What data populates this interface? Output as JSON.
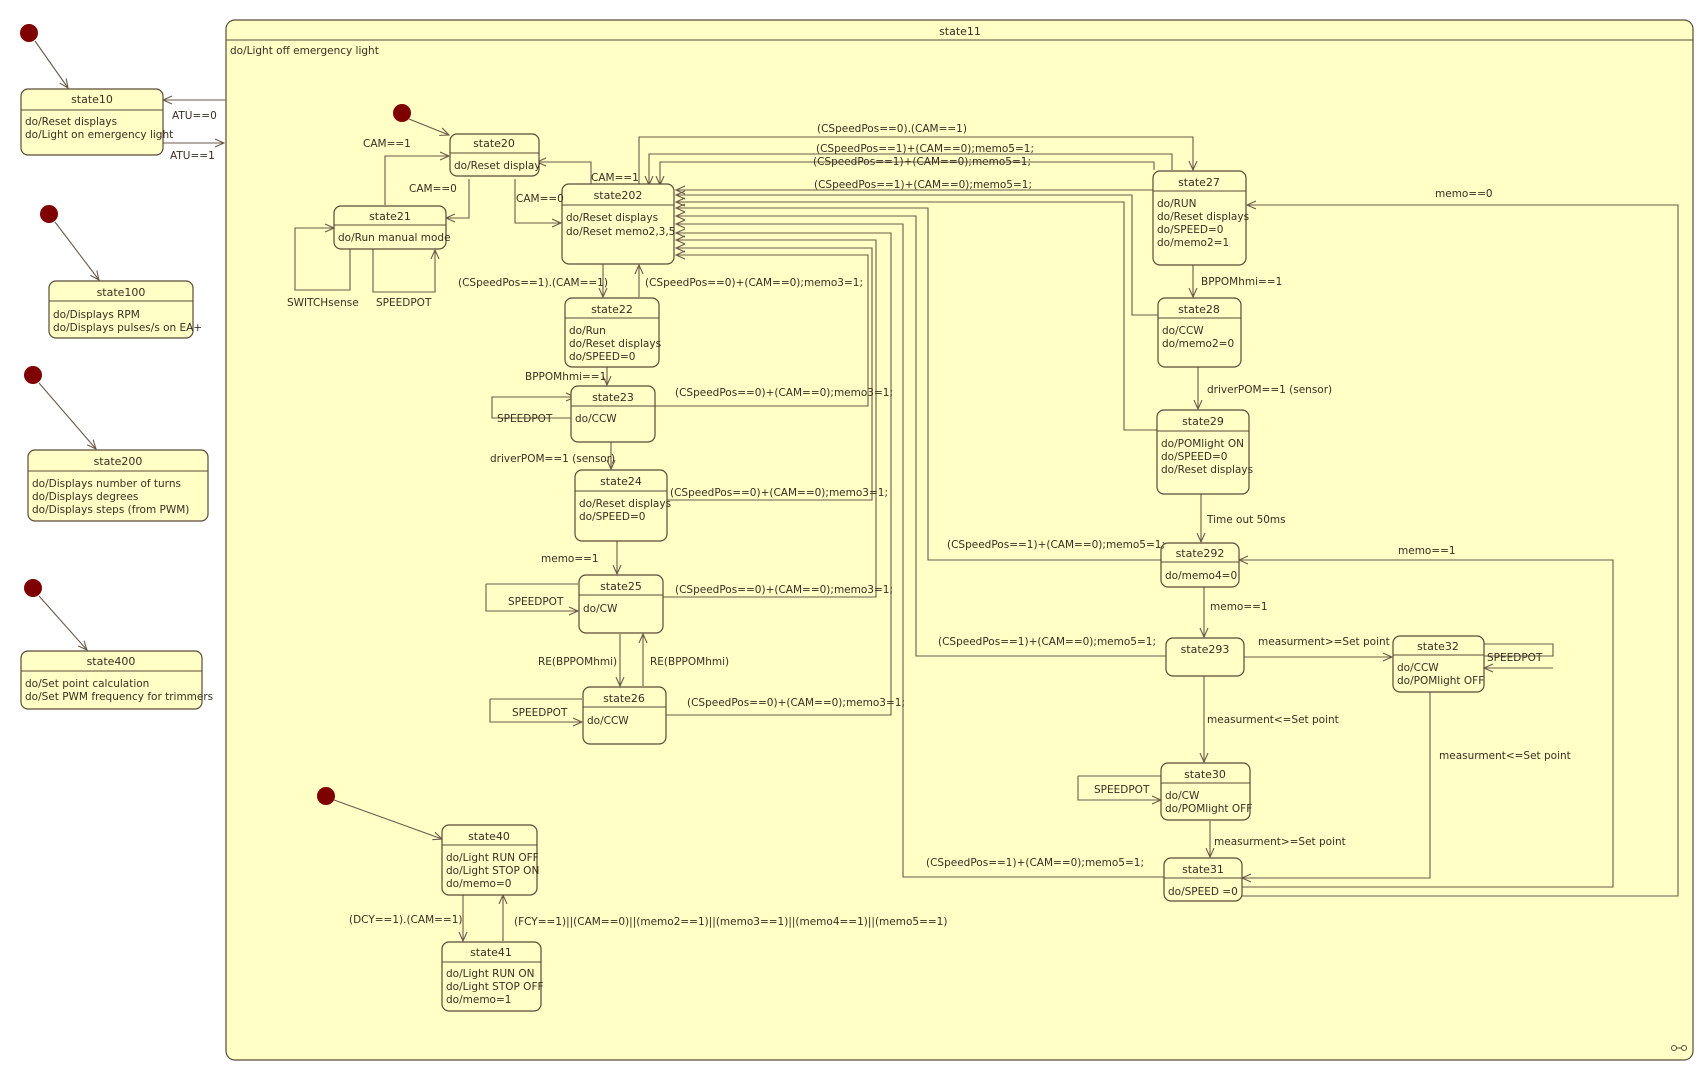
{
  "composite": {
    "title": "state11",
    "action": "do/Light off emergency light"
  },
  "states": {
    "state10": {
      "title": "state10",
      "lines": [
        "do/Reset displays",
        "do/Light on emergency light"
      ]
    },
    "state100": {
      "title": "state100",
      "lines": [
        "do/Displays RPM",
        "do/Displays pulses/s on EA+"
      ]
    },
    "state200": {
      "title": "state200",
      "lines": [
        "do/Displays number of turns",
        "do/Displays degrees",
        "do/Displays steps (from PWM)"
      ]
    },
    "state400": {
      "title": "state400",
      "lines": [
        "do/Set point calculation",
        "do/Set PWM frequency for trimmers"
      ]
    },
    "state20": {
      "title": "state20",
      "lines": [
        "do/Reset display"
      ]
    },
    "state21": {
      "title": "state21",
      "lines": [
        "do/Run manual mode"
      ]
    },
    "state202": {
      "title": "state202",
      "lines": [
        "do/Reset displays",
        "do/Reset memo2,3,5"
      ]
    },
    "state22": {
      "title": "state22",
      "lines": [
        "do/Run",
        "do/Reset displays",
        "do/SPEED=0"
      ]
    },
    "state23": {
      "title": "state23",
      "lines": [
        "do/CCW"
      ]
    },
    "state24": {
      "title": "state24",
      "lines": [
        "do/Reset displays",
        "do/SPEED=0"
      ]
    },
    "state25": {
      "title": "state25",
      "lines": [
        "do/CW"
      ]
    },
    "state26": {
      "title": "state26",
      "lines": [
        "do/CCW"
      ]
    },
    "state27": {
      "title": "state27",
      "lines": [
        "do/RUN",
        "do/Reset displays",
        "do/SPEED=0",
        "do/memo2=1"
      ]
    },
    "state28": {
      "title": "state28",
      "lines": [
        "do/CCW",
        "do/memo2=0"
      ]
    },
    "state29": {
      "title": "state29",
      "lines": [
        "do/POMlight ON",
        "do/SPEED=0",
        "do/Reset displays"
      ]
    },
    "state292": {
      "title": "state292",
      "lines": [
        "do/memo4=0"
      ]
    },
    "state293": {
      "title": "state293",
      "lines": []
    },
    "state30": {
      "title": "state30",
      "lines": [
        "do/CW",
        "do/POMlight OFF"
      ]
    },
    "state31": {
      "title": "state31",
      "lines": [
        "do/SPEED =0"
      ]
    },
    "state32": {
      "title": "state32",
      "lines": [
        "do/CCW",
        "do/POMlight OFF"
      ]
    },
    "state40": {
      "title": "state40",
      "lines": [
        "do/Light RUN OFF",
        "do/Light STOP ON",
        "do/memo=0"
      ]
    },
    "state41": {
      "title": "state41",
      "lines": [
        "do/Light RUN ON",
        "do/Light STOP OFF",
        "do/memo=1"
      ]
    }
  },
  "signals": {
    "switchsense": "SWITCHsense",
    "speedpot": "SPEEDPOT"
  },
  "transitions": {
    "atu0": "ATU==0",
    "atu1": "ATU==1",
    "cam1": "CAM==1",
    "cam0": "CAM==0",
    "cspeed0_cam1": "(CSpeedPos==0).(CAM==1)",
    "cspeed1_memo5": "(CSpeedPos==1)+(CAM==0);memo5=1;",
    "cspeed1_cam1": "(CSpeedPos==1).(CAM==1)",
    "cspeed0_memo3": "(CSpeedPos==0)+(CAM==0);memo3=1;",
    "memo0": "memo==0",
    "bppomhmi1": "BPPOMhmi==1",
    "driverpom": "driverPOM==1 (sensor)",
    "timeout": "Time out 50ms",
    "memo1": "memo==1",
    "re_bppomhmi": "RE(BPPOMhmi)",
    "meas_ge": "measurment>=Set point",
    "meas_le": "measurment<=Set point",
    "dcy": "(DCY==1).(CAM==1)",
    "fcy": "(FCY==1)||(CAM==0)||(memo2==1)||(memo3==1)||(memo4==1)||(memo5==1)"
  }
}
